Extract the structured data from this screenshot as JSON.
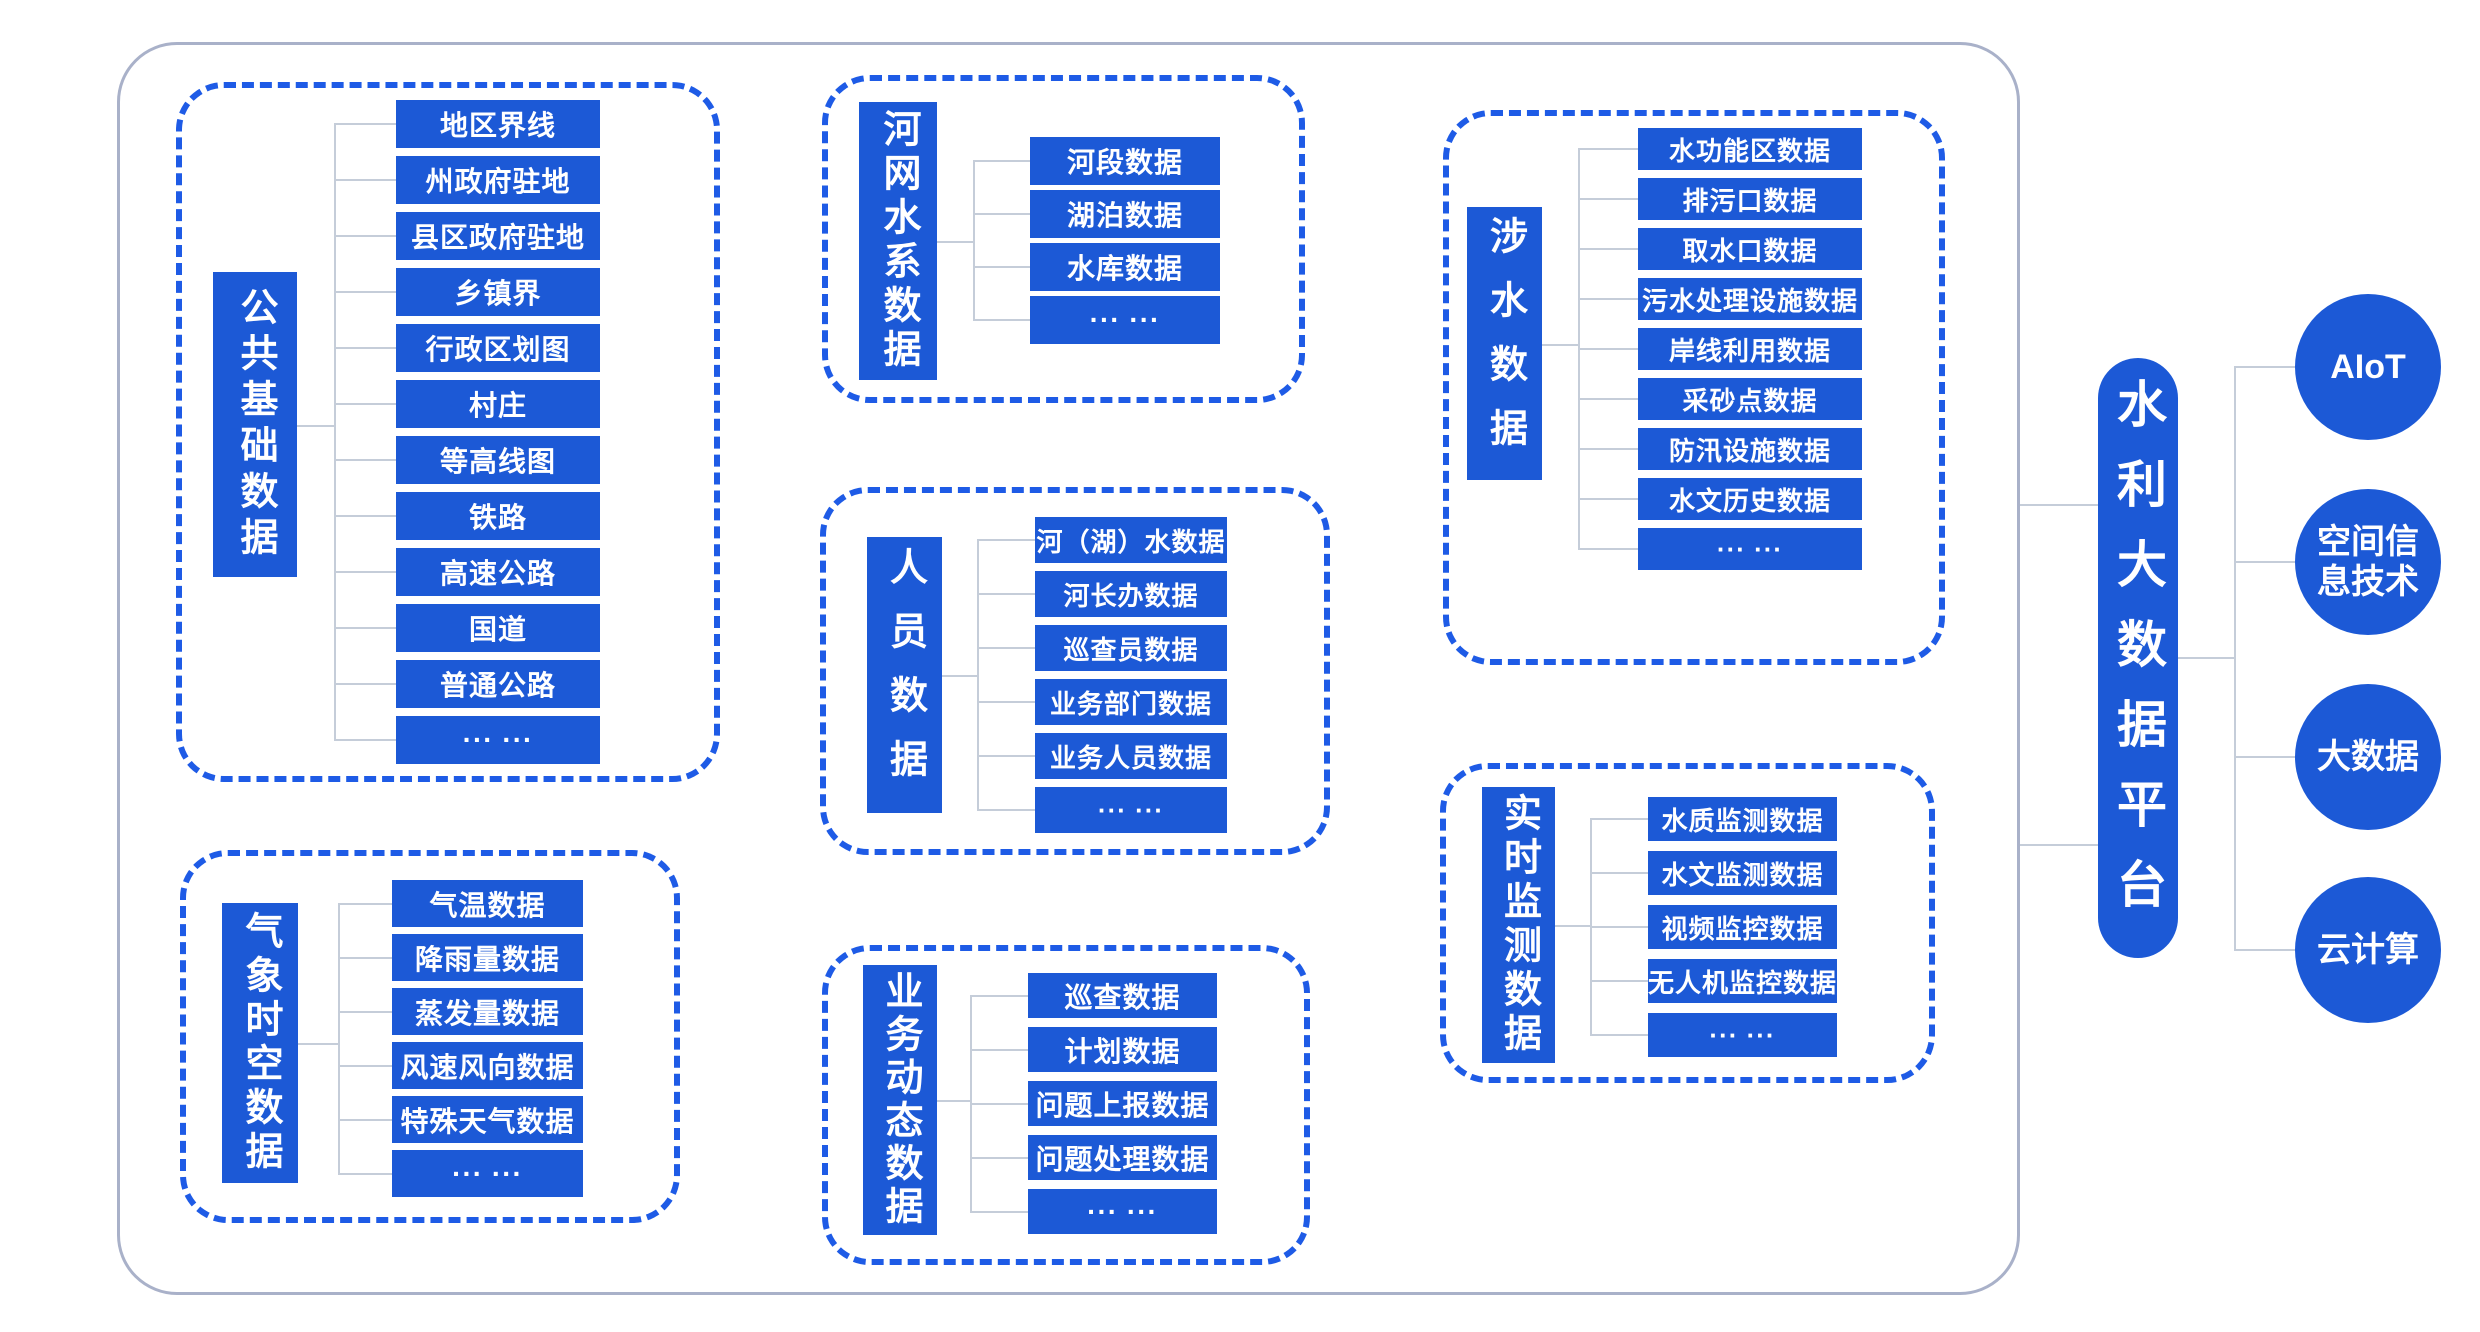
{
  "platform": {
    "title": "水利大数据平台"
  },
  "technologies": [
    {
      "label": "AIoT"
    },
    {
      "label": "空间信息技术"
    },
    {
      "label": "大数据"
    },
    {
      "label": "云计算"
    }
  ],
  "groups": [
    {
      "label": "公共基础数据",
      "items": [
        "地区界线",
        "州政府驻地",
        "县区政府驻地",
        "乡镇界",
        "行政区划图",
        "村庄",
        "等高线图",
        "铁路",
        "高速公路",
        "国道",
        "普通公路",
        "··· ···"
      ]
    },
    {
      "label": "河网水系数据",
      "items": [
        "河段数据",
        "湖泊数据",
        "水库数据",
        "··· ···"
      ]
    },
    {
      "label": "涉水数据",
      "items": [
        "水功能区数据",
        "排污口数据",
        "取水口数据",
        "污水处理设施数据",
        "岸线利用数据",
        "采砂点数据",
        "防汛设施数据",
        "水文历史数据",
        "··· ···"
      ]
    },
    {
      "label": "人员数据",
      "items": [
        "河（湖）水数据",
        "河长办数据",
        "巡查员数据",
        "业务部门数据",
        "业务人员数据",
        "··· ···"
      ]
    },
    {
      "label": "气象时空数据",
      "items": [
        "气温数据",
        "降雨量数据",
        "蒸发量数据",
        "风速风向数据",
        "特殊天气数据",
        "··· ···"
      ]
    },
    {
      "label": "业务动态数据",
      "items": [
        "巡查数据",
        "计划数据",
        "问题上报数据",
        "问题处理数据",
        "··· ···"
      ]
    },
    {
      "label": "实时监测数据",
      "items": [
        "水质监测数据",
        "水文监测数据",
        "视频监控数据",
        "无人机监控数据",
        "··· ···"
      ]
    }
  ],
  "colors": {
    "blue": "#1c59d6",
    "dash": "#1e5be6",
    "line": "#c5cdd9",
    "frame": "#a9b1c9",
    "bg": "#ffffff"
  }
}
